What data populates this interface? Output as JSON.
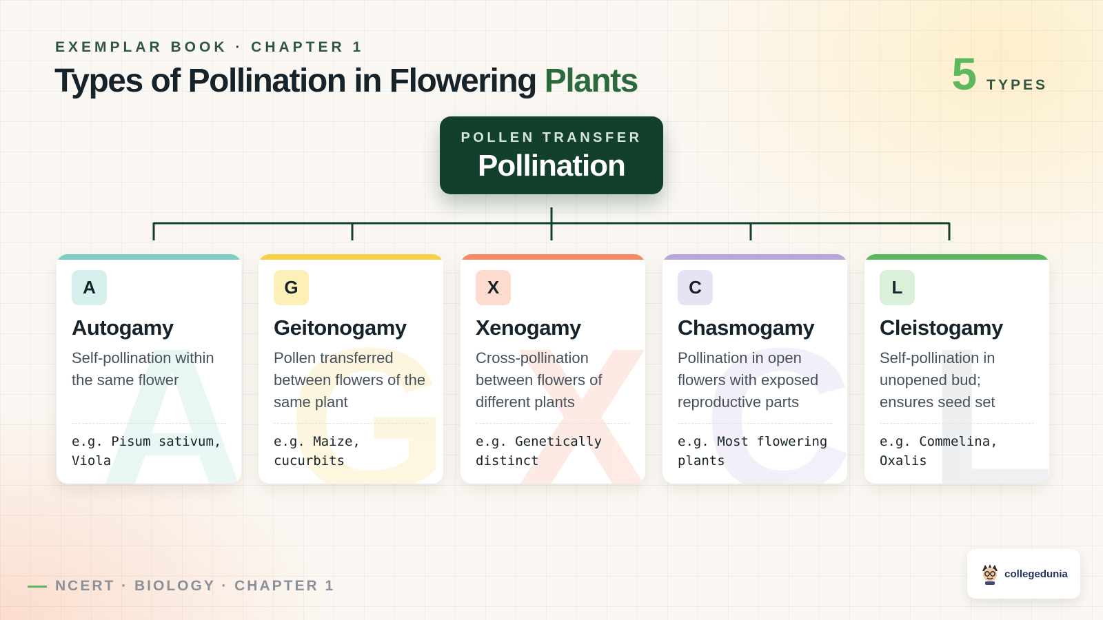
{
  "header": {
    "eyebrow": "EXEMPLAR BOOK · CHAPTER 1",
    "title_main": "Types of Pollination in Flowering",
    "title_accent": "Plants",
    "count_number": "5",
    "count_label": "TYPES"
  },
  "root": {
    "kicker": "POLLEN TRANSFER",
    "name": "Pollination"
  },
  "colors": {
    "root_bg": "#13402d",
    "connector": "#13402d",
    "accent_green": "#5cb85c"
  },
  "cards": [
    {
      "letter": "A",
      "name": "Autogamy",
      "description": "Self-pollination within the same flower",
      "example": "e.g. Pisum sativum, Viola",
      "bar_color": "#7ecdc4",
      "badge_bg": "#d5efec",
      "ghost_color": "#7ecdc4"
    },
    {
      "letter": "G",
      "name": "Geitonogamy",
      "description": "Pollen transferred between flowers of the same plant",
      "example": "e.g. Maize, cucurbits",
      "bar_color": "#f7d046",
      "badge_bg": "#fcefb8",
      "ghost_color": "#f7d046"
    },
    {
      "letter": "X",
      "name": "Xenogamy",
      "description": "Cross-pollination between flowers of different plants",
      "example": "e.g. Genetically distinct",
      "bar_color": "#f58a64",
      "badge_bg": "#fddccf",
      "ghost_color": "#f58a64"
    },
    {
      "letter": "C",
      "name": "Chasmogamy",
      "description": "Pollination in open flowers with exposed reproductive parts",
      "example": "e.g. Most flowering plants",
      "bar_color": "#b7a5dc",
      "badge_bg": "#e8e2f5",
      "ghost_color": "#b7a5dc"
    },
    {
      "letter": "L",
      "name": "Cleistogamy",
      "description": "Self-pollination in unopened bud; ensures seed set",
      "example": "e.g. Commelina, Oxalis",
      "bar_color": "#5cb85c",
      "badge_bg": "#daf0d8",
      "ghost_color": "#9aa3ac"
    }
  ],
  "footer": {
    "text": "NCERT · BIOLOGY · CHAPTER 1"
  },
  "logo": {
    "text": "collegedunia",
    "icon": "mascot-icon"
  }
}
